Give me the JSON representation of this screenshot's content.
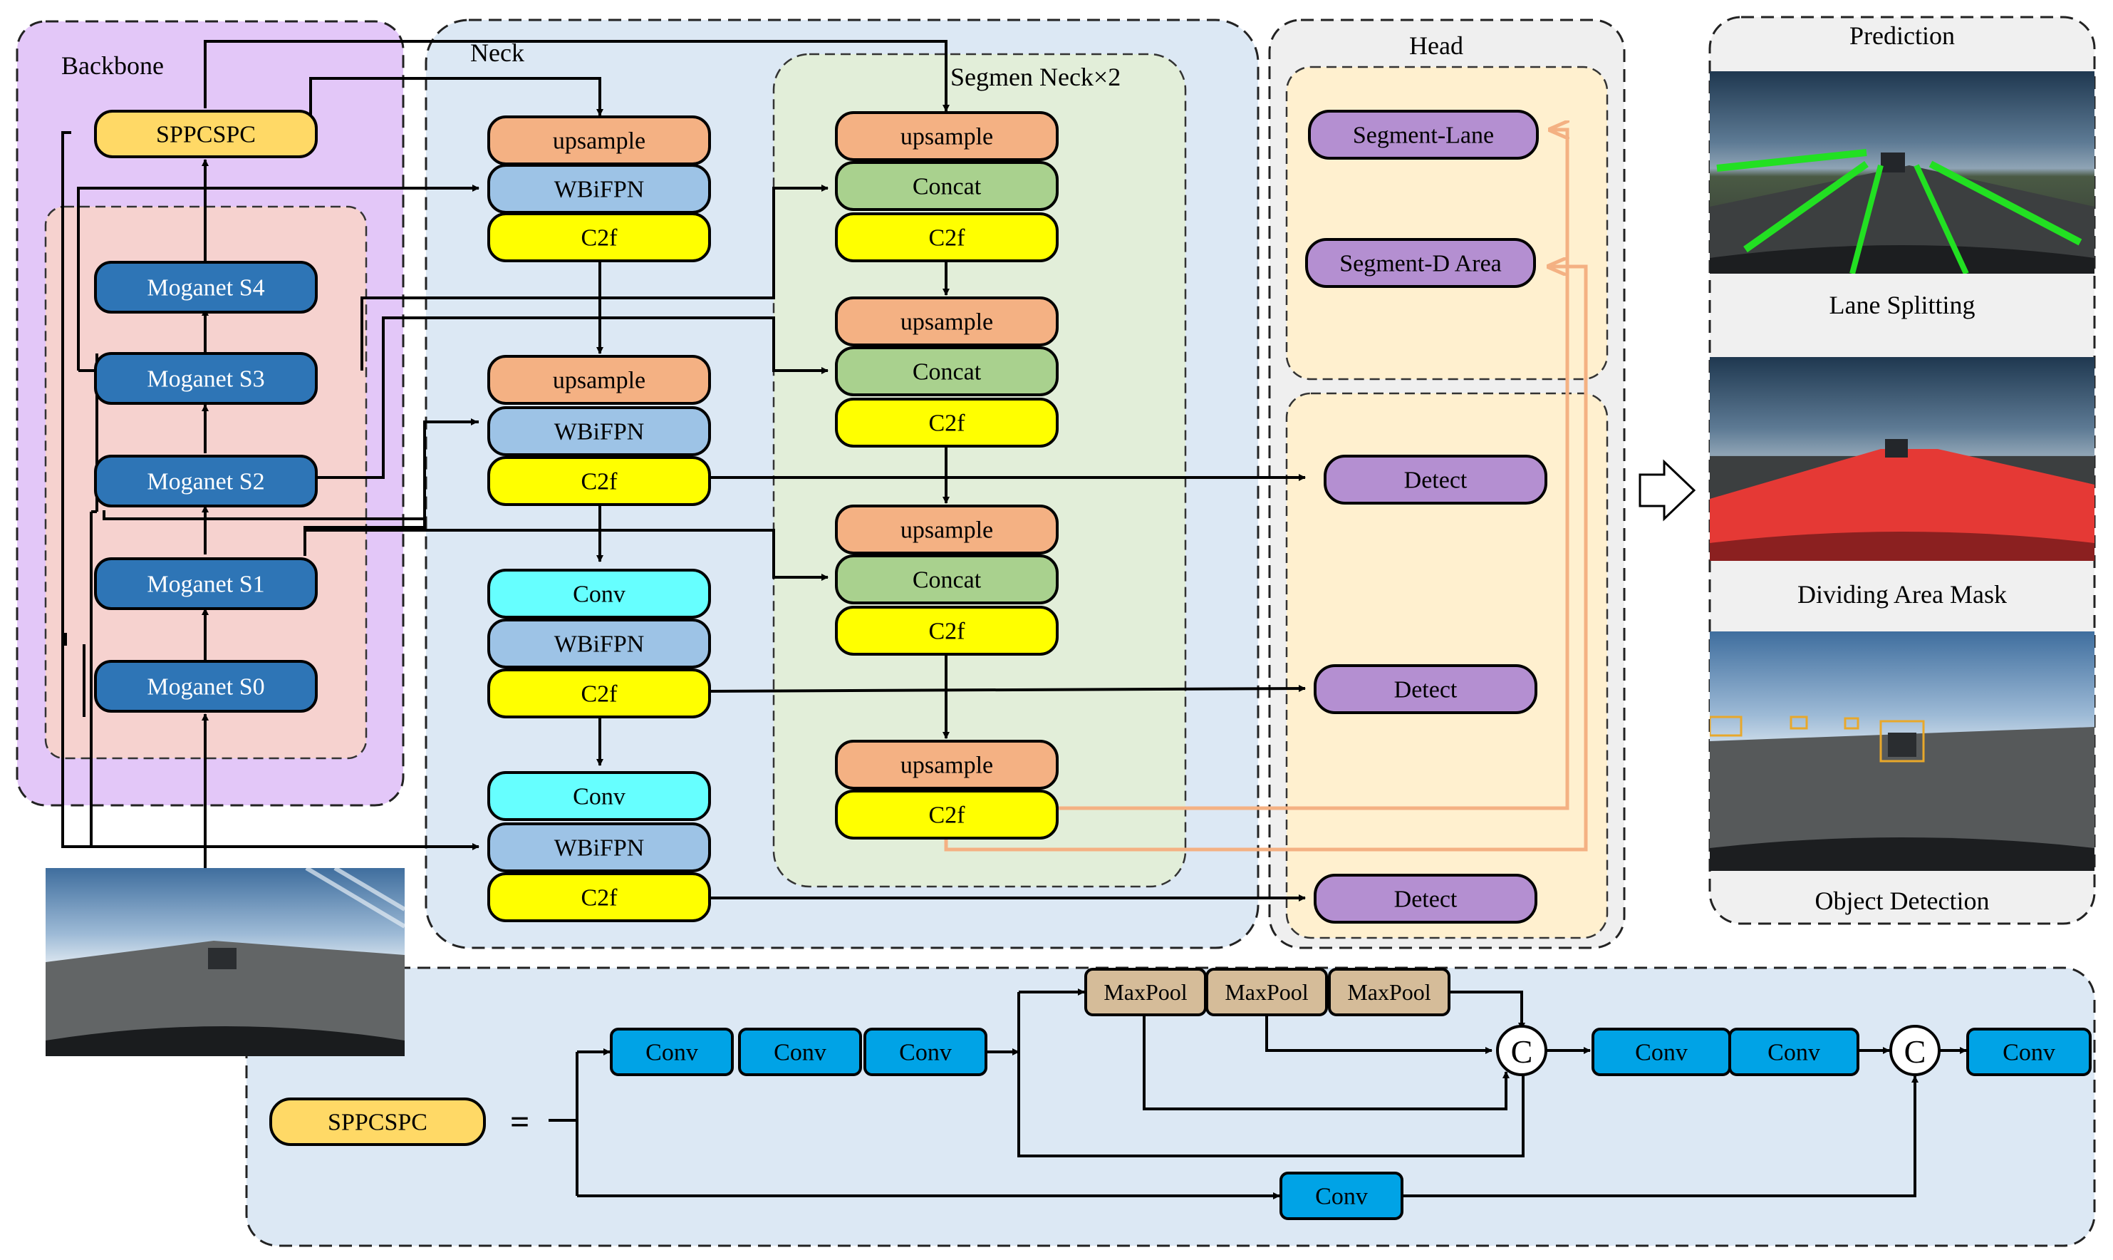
{
  "regions": {
    "backbone": "Backbone",
    "neck": "Neck",
    "segmen_neck": "Segmen Neck×2",
    "head": "Head",
    "prediction": "Prediction"
  },
  "backbone": {
    "sppcspc": "SPPCSPC",
    "s4": "Moganet S4",
    "s3": "Moganet S3",
    "s2": "Moganet S2",
    "s1": "Moganet S1",
    "s0": "Moganet S0"
  },
  "neck": {
    "upsample": "upsample",
    "wbifpn": "WBiFPN",
    "c2f": "C2f",
    "conv": "Conv"
  },
  "segneck": {
    "upsample": "upsample",
    "concat": "Concat",
    "c2f": "C2f"
  },
  "head": {
    "segment_lane": "Segment-Lane",
    "segment_area": "Segment-D  Area",
    "detect": "Detect"
  },
  "prediction": {
    "lane": "Lane Splitting",
    "area": "Dividing  Area Mask",
    "object": "Object Detection"
  },
  "spp": {
    "label": "SPPCSPC",
    "equals": "=",
    "conv": "Conv",
    "maxpool": "MaxPool",
    "concat_symbol": "C"
  },
  "colors": {
    "backbone_bg": "#e3c7f8",
    "backbone_inner": "#f6d2cf",
    "neck_bg": "#dce8f4",
    "segneck_bg": "#e2eed9",
    "head_bg": "#efefef",
    "head_inner": "#fff0cf",
    "moganet": "#2e75b6",
    "sppcspc": "#ffd966",
    "upsample": "#f4b183",
    "wbifpn": "#9dc3e6",
    "c2f": "#ffff00",
    "conv_neck": "#66ffff",
    "concat": "#a9d18e",
    "head_block": "#b48fd1",
    "spp_conv": "#00a3e6",
    "maxpool": "#d5bc99",
    "orange_line": "#f4b183"
  }
}
